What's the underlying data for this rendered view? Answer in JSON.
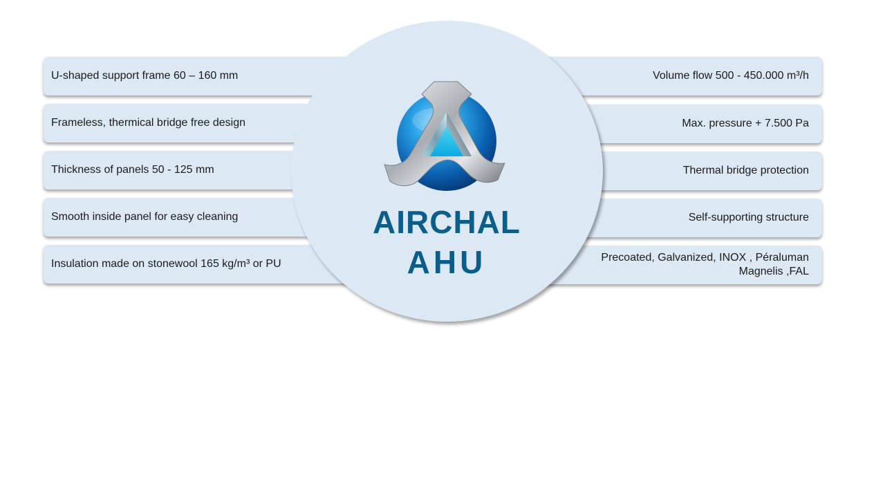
{
  "diagram": {
    "left_items": [
      "U-shaped support frame 60 – 160 mm",
      "Frameless, thermical bridge free design",
      "Thickness of panels 50 - 125 mm",
      "Smooth inside panel for easy cleaning",
      "Insulation made on stonewool 165 kg/m³ or PU"
    ],
    "right_items": [
      "Volume flow 500 - 450.000 m³/h",
      "Max. pressure + 7.500 Pa",
      "Thermal bridge protection",
      "Self-supporting structure",
      "Precoated, Galvanized, INOX , Péraluman Magnelis ,FAL"
    ],
    "center": {
      "brand_line1": "AIRCHAL",
      "brand_line2": "AHU"
    }
  },
  "colors": {
    "panel_fill": "#dde8f5",
    "brand_text": "#0c5e8a",
    "logo_blue": "#1a8fd8",
    "logo_cyan": "#1ec8f0",
    "logo_silver": "#b8bcc2"
  },
  "icons": {
    "logo": "airchal-logo-icon"
  }
}
